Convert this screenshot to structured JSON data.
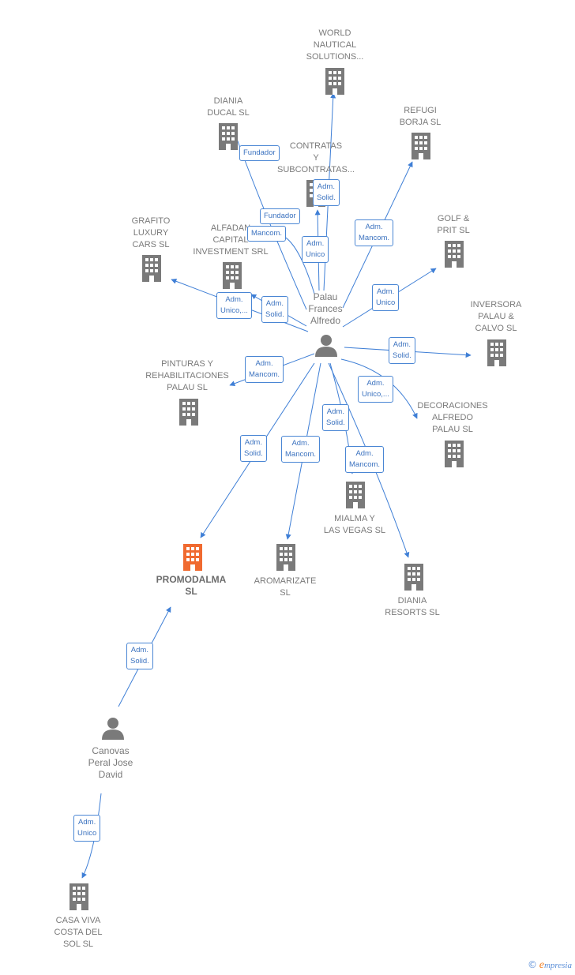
{
  "colors": {
    "edge": "#3f7fd6",
    "building": "#7a7a7a",
    "focus_building": "#f06a30",
    "person": "#7a7a7a"
  },
  "brand": {
    "copyright": "©",
    "name": "mpresia",
    "initial": "e"
  },
  "companies": {
    "world_nautical": "WORLD\nNAUTICAL\nSOLUTIONS...",
    "diania_ducal": "DIANIA\nDUCAL  SL",
    "refugi_borja": "REFUGI\nBORJA  SL",
    "contratas": "CONTRATAS\nY\nSUBCONTRATAS...",
    "golf_prit": "GOLF &\nPRIT SL",
    "grafito": "GRAFITO\nLUXURY\nCARS  SL",
    "alfadan": "ALFADAN\nCAPITAL\nINVESTMENT SRL",
    "inversora": "INVERSORA\nPALAU &\nCALVO  SL",
    "pinturas": "PINTURAS Y\nREHABILITACIONES\nPALAU  SL",
    "decoraciones": "DECORACIONES\nALFREDO\nPALAU SL",
    "mialma": "MIALMA Y\nLAS VEGAS  SL",
    "promodalma": "PROMODALMA\nSL",
    "aromarizate": "AROMARIZATE\nSL",
    "diania_resorts": "DIANIA\nRESORTS  SL",
    "casa_viva": "CASA VIVA\nCOSTA DEL\nSOL  SL"
  },
  "persons": {
    "palau": "Palau\nFrances\nAlfredo",
    "canovas": "Canovas\nPeral Jose\nDavid"
  },
  "edge_labels": {
    "world": "Adm.\nSolid.",
    "diania_ducal": "Fundador",
    "diania_ducal2": "Mancom.",
    "contratas": "Adm.\nUnico",
    "alfadan_fund": "Fundador",
    "refugi": "Adm.\nMancom.",
    "golf": "Adm.\nUnico",
    "grafito": "Adm.\nUnico,...",
    "alfadan": "Adm.\nSolid.",
    "inversora": "Adm.\nSolid.",
    "pinturas": "Adm.\nMancom.",
    "decoraciones": "Adm.\nUnico,...",
    "mialma": "Adm.\nSolid.",
    "promodalma": "Adm.\nSolid.",
    "aromarizate": "Adm.\nMancom.",
    "diania_resorts": "Adm.\nMancom.",
    "canovas_promodalma": "Adm.\nSolid.",
    "canovas_casa": "Adm.\nUnico"
  }
}
